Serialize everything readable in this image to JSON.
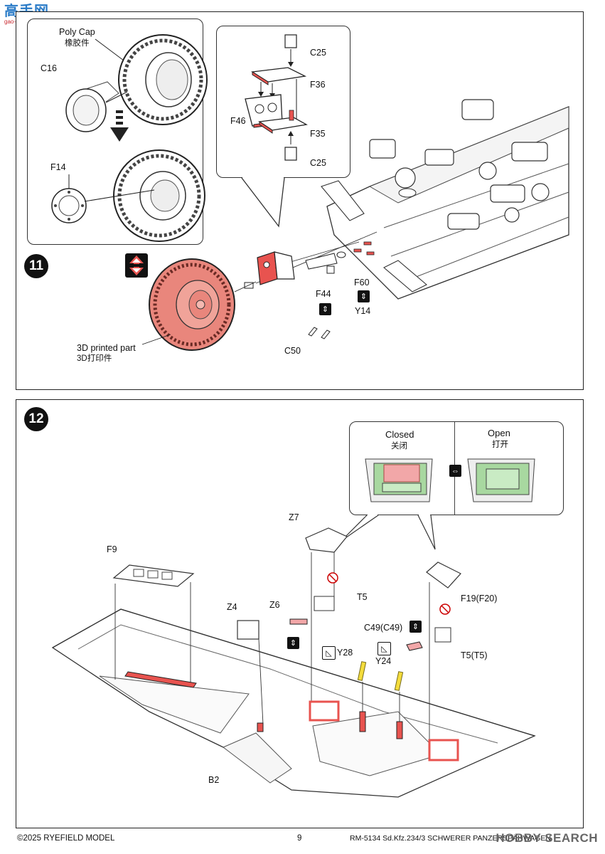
{
  "watermark_logo": {
    "main": "高手网",
    "sub": "gao-shou.com"
  },
  "step11": {
    "number": "11",
    "inset_left": {
      "poly_cap_label": "Poly Cap",
      "poly_cap_cn": "橡胶件",
      "c16_label": "C16",
      "f14_label": "F14"
    },
    "inset_right": {
      "c25_top": "C25",
      "f36": "F36",
      "f46": "F46",
      "f35": "F35",
      "c25_bottom": "C25"
    },
    "parts": {
      "f44": "F44",
      "f60": "F60",
      "y14": "Y14",
      "c50": "C50"
    },
    "printed_label": "3D printed part",
    "printed_label_cn": "3D打印件"
  },
  "step12": {
    "number": "12",
    "hatch_inset": {
      "closed_label": "Closed",
      "closed_cn": "关闭",
      "open_label": "Open",
      "open_cn": "打开"
    },
    "parts": {
      "f9": "F9",
      "z7": "Z7",
      "t5": "T5",
      "z6": "Z6",
      "z4": "Z4",
      "f19": "F19(F20)",
      "c49": "C49(C49)",
      "t5t5": "T5(T5)",
      "y28": "Y28",
      "y24": "Y24",
      "b2": "B2"
    }
  },
  "footer": {
    "copyright": "©2025 RYEFIELD MODEL",
    "page": "9",
    "product": "RM-5134 Sd.Kfz.234/3 SCHWERER PANZERSPÄHWAGEN",
    "brand_watermark": "HOBBY SEARCH"
  },
  "colors": {
    "highlight_red": "#e8534f",
    "printed_red": "#e9867c",
    "yellow_part": "#f4dc3c",
    "green_part": "#a8d8a0"
  }
}
